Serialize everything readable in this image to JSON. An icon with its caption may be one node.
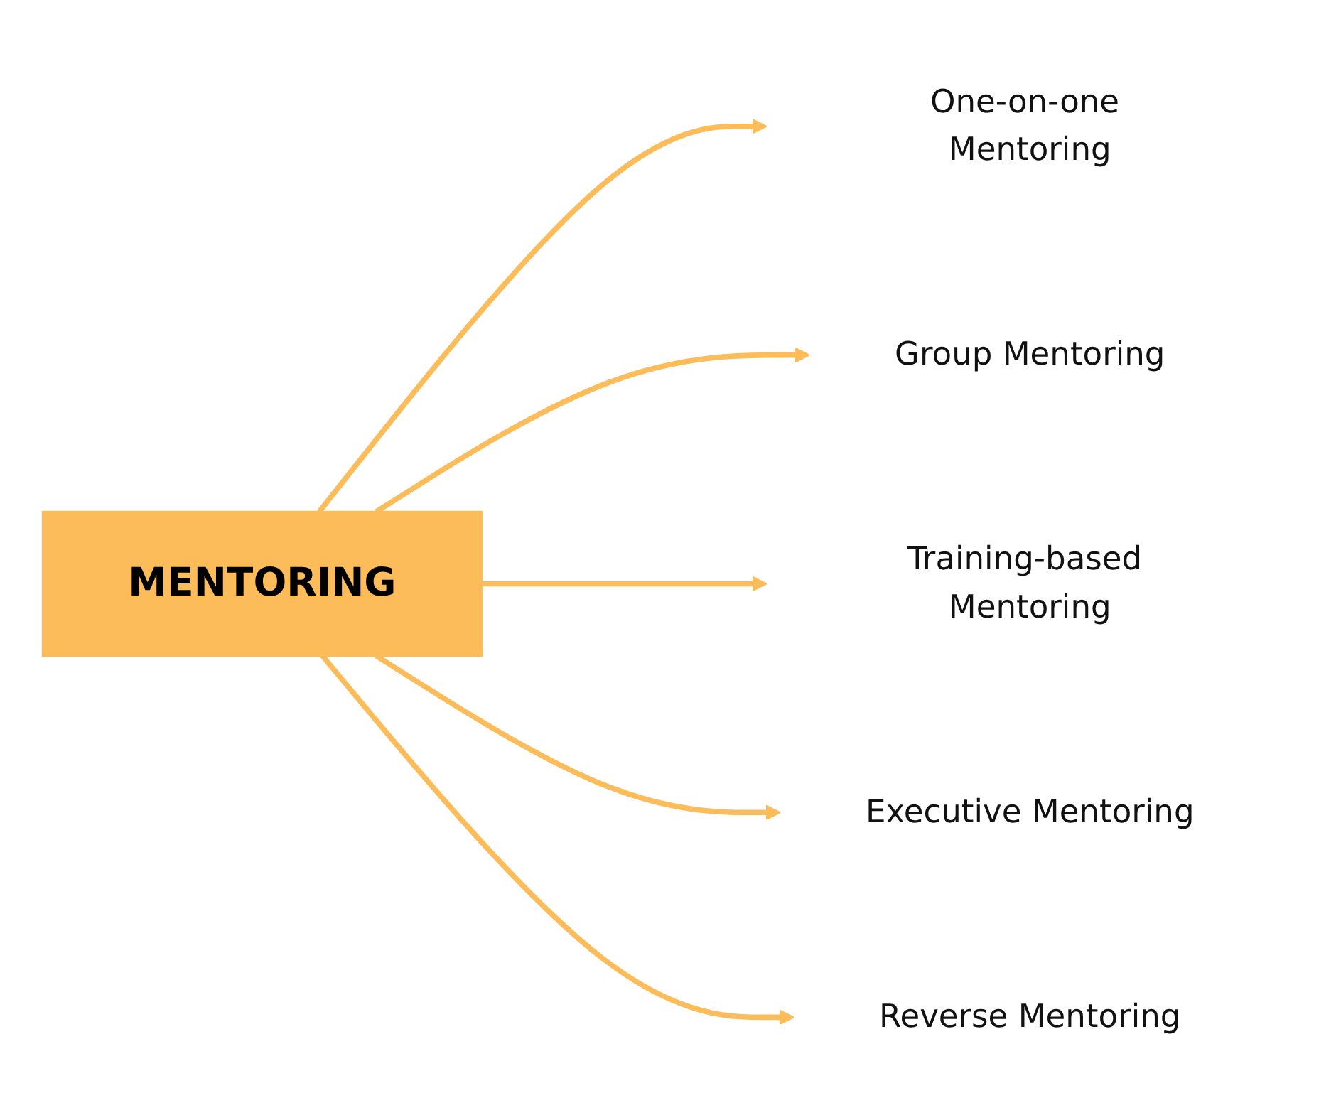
{
  "diagram": {
    "nodes": [
      {
        "text": [
          "MENTORING"
        ]
      },
      {
        "text": [
          "One-on-one Mentoring"
        ]
      },
      {
        "text": [
          "Group Mentoring"
        ]
      },
      {
        "text": [
          "Training-based Mentoring"
        ]
      },
      {
        "text": [
          "Executive Mentoring"
        ]
      },
      {
        "text": [
          "Reverse Mentoring"
        ]
      }
    ],
    "edges": [
      {
        "from": 0,
        "to": 1,
        "arrow": "to"
      },
      {
        "from": 0,
        "to": 2,
        "arrow": "to"
      },
      {
        "from": 0,
        "to": 3,
        "arrow": "to"
      },
      {
        "from": 0,
        "to": 4,
        "arrow": "to"
      },
      {
        "from": 0,
        "to": 5,
        "arrow": "to"
      }
    ]
  }
}
